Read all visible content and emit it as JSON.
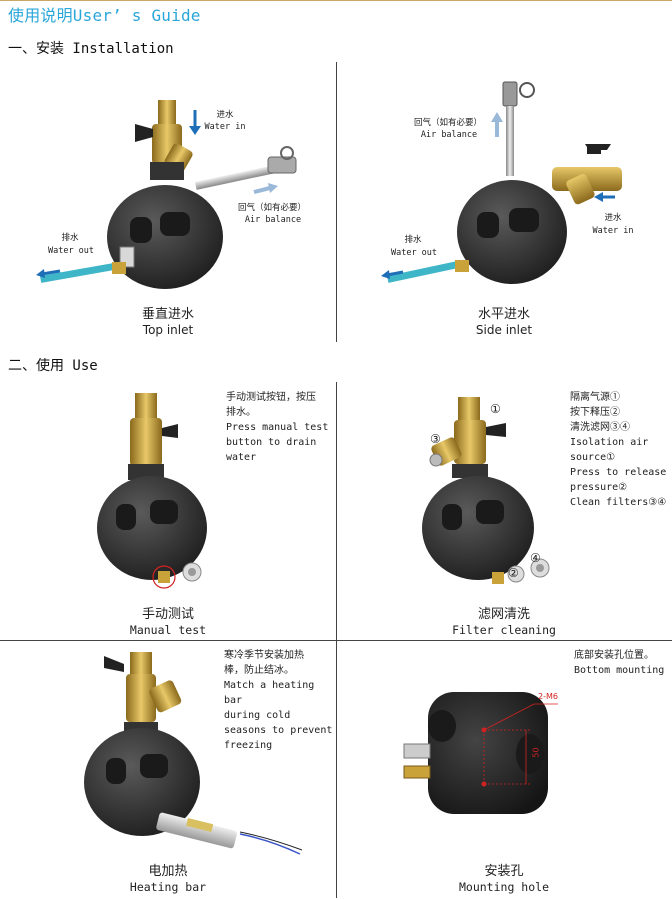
{
  "page": {
    "title": "使用说明User’ s Guide"
  },
  "installation": {
    "heading": "一、安装 Installation",
    "top_inlet": {
      "water_in_cn": "进水",
      "water_in_en": "Water in",
      "air_balance_cn": "回气（如有必要）",
      "air_balance_en": "Air balance",
      "water_out_cn": "排水",
      "water_out_en": "Water out",
      "caption_cn": "垂直进水",
      "caption_en": "Top inlet"
    },
    "side_inlet": {
      "air_balance_cn": "回气（如有必要）",
      "air_balance_en": "Air balance",
      "water_out_cn": "排水",
      "water_out_en": "Water out",
      "water_in_cn": "进水",
      "water_in_en": "Water in",
      "caption_cn": "水平进水",
      "caption_en": "Side inlet"
    }
  },
  "use": {
    "heading": "二、使用 Use",
    "manual_test": {
      "note_lines": [
        "手动测试按钮，按压",
        "排水。",
        "Press manual test",
        "button to drain",
        "water"
      ],
      "caption_cn": "手动测试",
      "caption_en": "Manual test"
    },
    "filter_cleaning": {
      "note_lines": [
        "隔离气源①",
        "按下释压②",
        "清洗滤网③④",
        "Isolation air",
        "source①",
        "Press to release",
        "pressure②",
        "Clean filters③④"
      ],
      "marker_1": "①",
      "marker_2": "②",
      "marker_3": "③",
      "marker_4": "④",
      "caption_cn": "滤网清洗",
      "caption_en": "Filter cleaning"
    },
    "heating_bar": {
      "note_lines": [
        "寒冷季节安装加热",
        "棒，防止结冰。",
        "Match a heating bar",
        "during cold",
        "seasons to prevent",
        "freezing"
      ],
      "caption_cn": "电加热",
      "caption_en": "Heating bar"
    },
    "mounting_hole": {
      "note_lines": [
        "底部安装孔位置。",
        "Bottom mounting"
      ],
      "hole_label": "2-M6",
      "dimension": "50",
      "caption_cn": "安装孔",
      "caption_en": "Mounting hole"
    }
  },
  "colors": {
    "title": "#2aa6d9",
    "arrow": "#1f6fb8",
    "brass": "#c9a23a",
    "body": "#2b2b2b",
    "hose": "#3fb6c8",
    "dimension": "#d22222"
  }
}
